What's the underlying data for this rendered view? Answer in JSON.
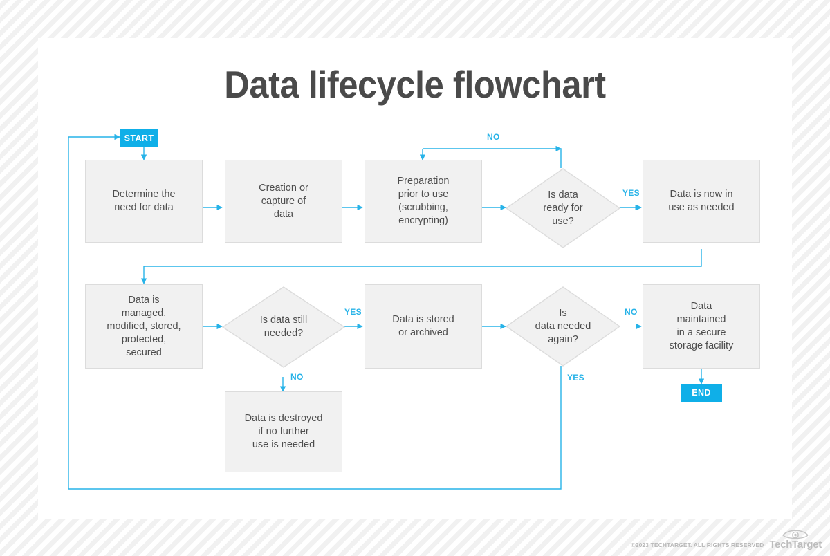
{
  "title": "Data lifecycle flowchart",
  "colors": {
    "accent": "#0fafe8",
    "edge": "#27b3e8",
    "node_fill": "#f1f1f1",
    "node_border": "#dcdcdc",
    "text": "#4d4d4d",
    "title": "#4a4a4a"
  },
  "flow": {
    "start_label": "START",
    "end_label": "END",
    "nodes": [
      {
        "id": "determine",
        "type": "process",
        "text": "Determine the\nneed for data"
      },
      {
        "id": "creation",
        "type": "process",
        "text": "Creation or\ncapture of\ndata"
      },
      {
        "id": "preparation",
        "type": "process",
        "text": "Preparation\nprior to use\n(scrubbing,\nencrypting)"
      },
      {
        "id": "ready",
        "type": "decision",
        "text": "Is data\nready for\nuse?"
      },
      {
        "id": "inuse",
        "type": "process",
        "text": "Data is now in\nuse as needed"
      },
      {
        "id": "managed",
        "type": "process",
        "text": "Data is\nmanaged,\nmodified, stored,\nprotected,\nsecured"
      },
      {
        "id": "stillneeded",
        "type": "decision",
        "text": "Is data still\nneeded?"
      },
      {
        "id": "stored",
        "type": "process",
        "text": "Data is stored\nor archived"
      },
      {
        "id": "neededagain",
        "type": "decision",
        "text": "Is\ndata needed\nagain?"
      },
      {
        "id": "maintained",
        "type": "process",
        "text": "Data\nmaintained\nin a secure\nstorage facility"
      },
      {
        "id": "destroyed",
        "type": "process",
        "text": "Data is destroyed\nif no further\nuse is needed"
      }
    ],
    "edge_labels": {
      "ready_no": "NO",
      "ready_yes": "YES",
      "stillneeded_yes": "YES",
      "stillneeded_no": "NO",
      "neededagain_no": "NO",
      "neededagain_yes": "YES"
    }
  },
  "footer": {
    "copyright": "©2023 TECHTARGET. ALL RIGHTS RESERVED",
    "wordmark": "TechTarget"
  }
}
